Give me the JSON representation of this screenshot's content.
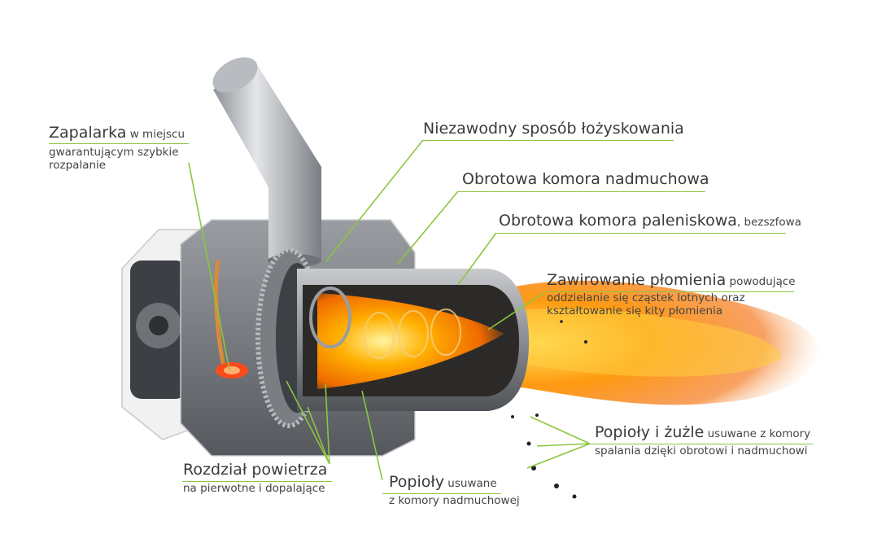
{
  "colors": {
    "accent_line": "#8cc63f",
    "flame_core": "#ffb000",
    "flame_outer": "#f06a00",
    "steel": "#7d8085",
    "text": "#3a3a3a"
  },
  "labels": {
    "ignition": {
      "main": "Zapalarka",
      "rest": " w miejscu",
      "line2": "gwarantującym szybkie",
      "line3": "rozpalanie"
    },
    "bearing": {
      "main": "Niezawodny sposób łożyskowania"
    },
    "blower": {
      "main": "Obrotowa komora nadmuchowa"
    },
    "furnace": {
      "main": "Obrotowa komora paleniskowa",
      "rest": ", bezszfowa"
    },
    "swirl": {
      "main": "Zawirowanie płomienia",
      "rest": " powodujące",
      "line2": "oddzielanie się cząstek lotnych oraz",
      "line3": "kształtowanie się kity płomienia"
    },
    "ash": {
      "main": "Popioły i żużle",
      "rest": " usuwane z komory",
      "line2": "spalania dzięki  obrotowi i nadmuchowi"
    },
    "air": {
      "main": "Rozdział powietrza",
      "line2": "na pierwotne i dopalające"
    },
    "ash_blower": {
      "main": "Popioły",
      "rest": " usuwane",
      "line2": "z komory nadmuchowej"
    }
  }
}
